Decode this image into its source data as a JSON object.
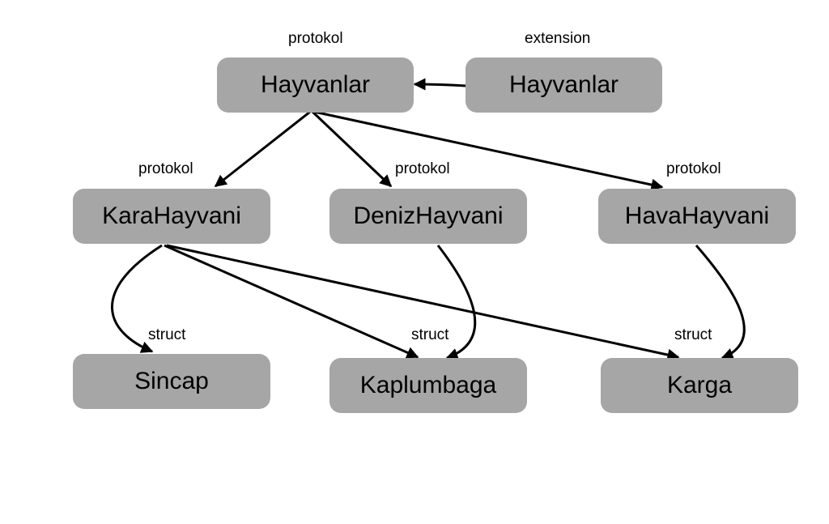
{
  "colors": {
    "node_fill": "#a6a6a6",
    "edge": "#000000",
    "background": "#ffffff"
  },
  "nodes": {
    "hayvanlar_protocol": {
      "label": "Hayvanlar",
      "kind": "protokol"
    },
    "hayvanlar_extension": {
      "label": "Hayvanlar",
      "kind": "extension"
    },
    "kara_hayvani": {
      "label": "KaraHayvani",
      "kind": "protokol"
    },
    "deniz_hayvani": {
      "label": "DenizHayvani",
      "kind": "protokol"
    },
    "hava_hayvani": {
      "label": "HavaHayvani",
      "kind": "protokol"
    },
    "sincap": {
      "label": "Sincap",
      "kind": "struct"
    },
    "kaplumbaga": {
      "label": "Kaplumbaga",
      "kind": "struct"
    },
    "karga": {
      "label": "Karga",
      "kind": "struct"
    }
  },
  "edges": [
    {
      "from": "hayvanlar_extension",
      "to": "hayvanlar_protocol"
    },
    {
      "from": "hayvanlar_protocol",
      "to": "kara_hayvani"
    },
    {
      "from": "hayvanlar_protocol",
      "to": "deniz_hayvani"
    },
    {
      "from": "hayvanlar_protocol",
      "to": "hava_hayvani"
    },
    {
      "from": "kara_hayvani",
      "to": "sincap"
    },
    {
      "from": "kara_hayvani",
      "to": "kaplumbaga"
    },
    {
      "from": "kara_hayvani",
      "to": "karga"
    },
    {
      "from": "deniz_hayvani",
      "to": "kaplumbaga"
    },
    {
      "from": "hava_hayvani",
      "to": "karga"
    }
  ]
}
